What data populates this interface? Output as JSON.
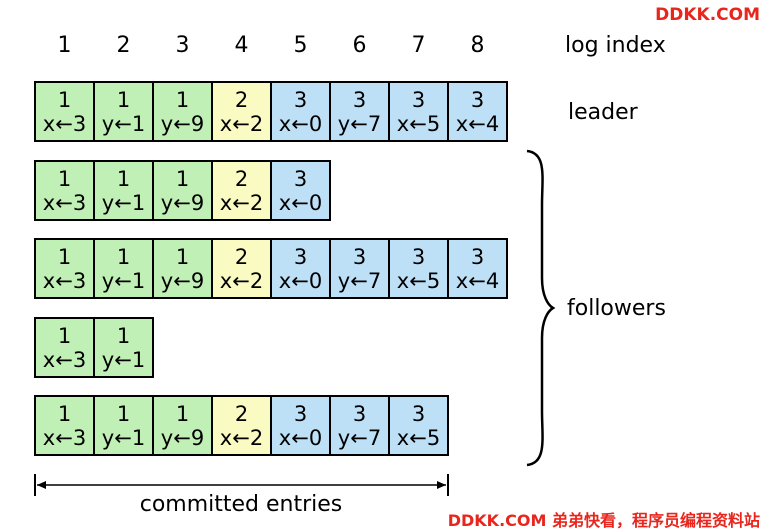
{
  "header": {
    "indices": [
      "1",
      "2",
      "3",
      "4",
      "5",
      "6",
      "7",
      "8"
    ],
    "label": "log index"
  },
  "term_colors": {
    "1": "#c1f0b6",
    "2": "#fafbc2",
    "3": "#bde0f7"
  },
  "rows": [
    {
      "entries": [
        {
          "term": "1",
          "cmd": "x←3"
        },
        {
          "term": "1",
          "cmd": "y←1"
        },
        {
          "term": "1",
          "cmd": "y←9"
        },
        {
          "term": "2",
          "cmd": "x←2"
        },
        {
          "term": "3",
          "cmd": "x←0"
        },
        {
          "term": "3",
          "cmd": "y←7"
        },
        {
          "term": "3",
          "cmd": "x←5"
        },
        {
          "term": "3",
          "cmd": "x←4"
        }
      ]
    },
    {
      "entries": [
        {
          "term": "1",
          "cmd": "x←3"
        },
        {
          "term": "1",
          "cmd": "y←1"
        },
        {
          "term": "1",
          "cmd": "y←9"
        },
        {
          "term": "2",
          "cmd": "x←2"
        },
        {
          "term": "3",
          "cmd": "x←0"
        }
      ]
    },
    {
      "entries": [
        {
          "term": "1",
          "cmd": "x←3"
        },
        {
          "term": "1",
          "cmd": "y←1"
        },
        {
          "term": "1",
          "cmd": "y←9"
        },
        {
          "term": "2",
          "cmd": "x←2"
        },
        {
          "term": "3",
          "cmd": "x←0"
        },
        {
          "term": "3",
          "cmd": "y←7"
        },
        {
          "term": "3",
          "cmd": "x←5"
        },
        {
          "term": "3",
          "cmd": "x←4"
        }
      ]
    },
    {
      "entries": [
        {
          "term": "1",
          "cmd": "x←3"
        },
        {
          "term": "1",
          "cmd": "y←1"
        }
      ]
    },
    {
      "entries": [
        {
          "term": "1",
          "cmd": "x←3"
        },
        {
          "term": "1",
          "cmd": "y←1"
        },
        {
          "term": "1",
          "cmd": "y←9"
        },
        {
          "term": "2",
          "cmd": "x←2"
        },
        {
          "term": "3",
          "cmd": "x←0"
        },
        {
          "term": "3",
          "cmd": "y←7"
        },
        {
          "term": "3",
          "cmd": "x←5"
        }
      ]
    }
  ],
  "labels": {
    "leader": "leader",
    "followers": "followers",
    "committed": "committed entries"
  },
  "committed_count": 7,
  "watermark": {
    "top": "DDKK.COM",
    "bottom": "DDKK.COM 弟弟快看，程序员编程资料站"
  }
}
